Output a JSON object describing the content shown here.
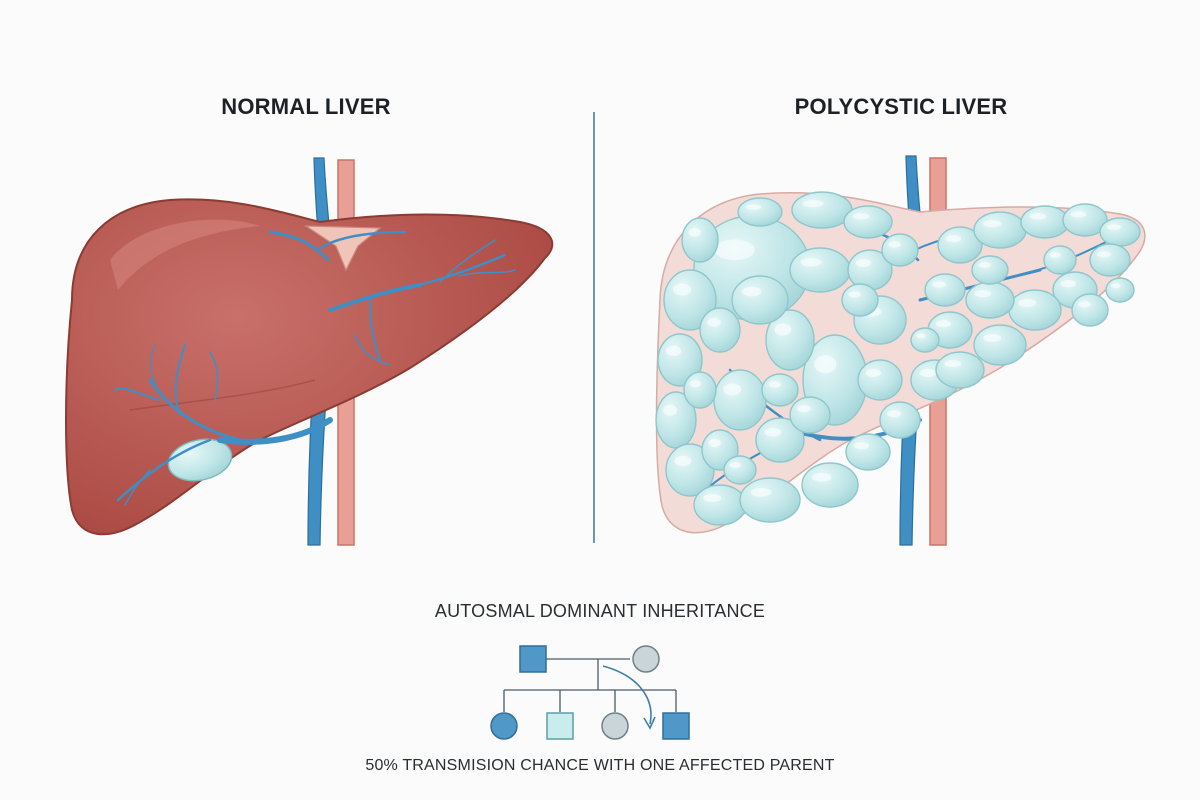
{
  "panels": {
    "left_title": "NORMAL LIVER",
    "right_title": "POLYCYSTIC LIVER"
  },
  "inheritance": {
    "title": "AUTOSMAL DOMINANT INHERITANCE",
    "note": "50% TRANSMISION CHANCE WITH ONE AFFECTED PARENT",
    "parents": [
      {
        "shape": "square",
        "affected": true
      },
      {
        "shape": "circle",
        "affected": false
      }
    ],
    "children": [
      {
        "shape": "circle",
        "affected": true
      },
      {
        "shape": "square",
        "affected": false
      },
      {
        "shape": "circle",
        "affected": false
      },
      {
        "shape": "square",
        "affected": true
      }
    ]
  },
  "colors": {
    "liver": "#b5514a",
    "liver_light": "#c86a62",
    "portal_vein": "#3f8fc4",
    "artery": "#e89a90",
    "cyst": "#bfe6e8",
    "cyst_edge": "#8fc7cc",
    "affected": "#4f98c7",
    "unaffected": "#c9d5d8"
  }
}
